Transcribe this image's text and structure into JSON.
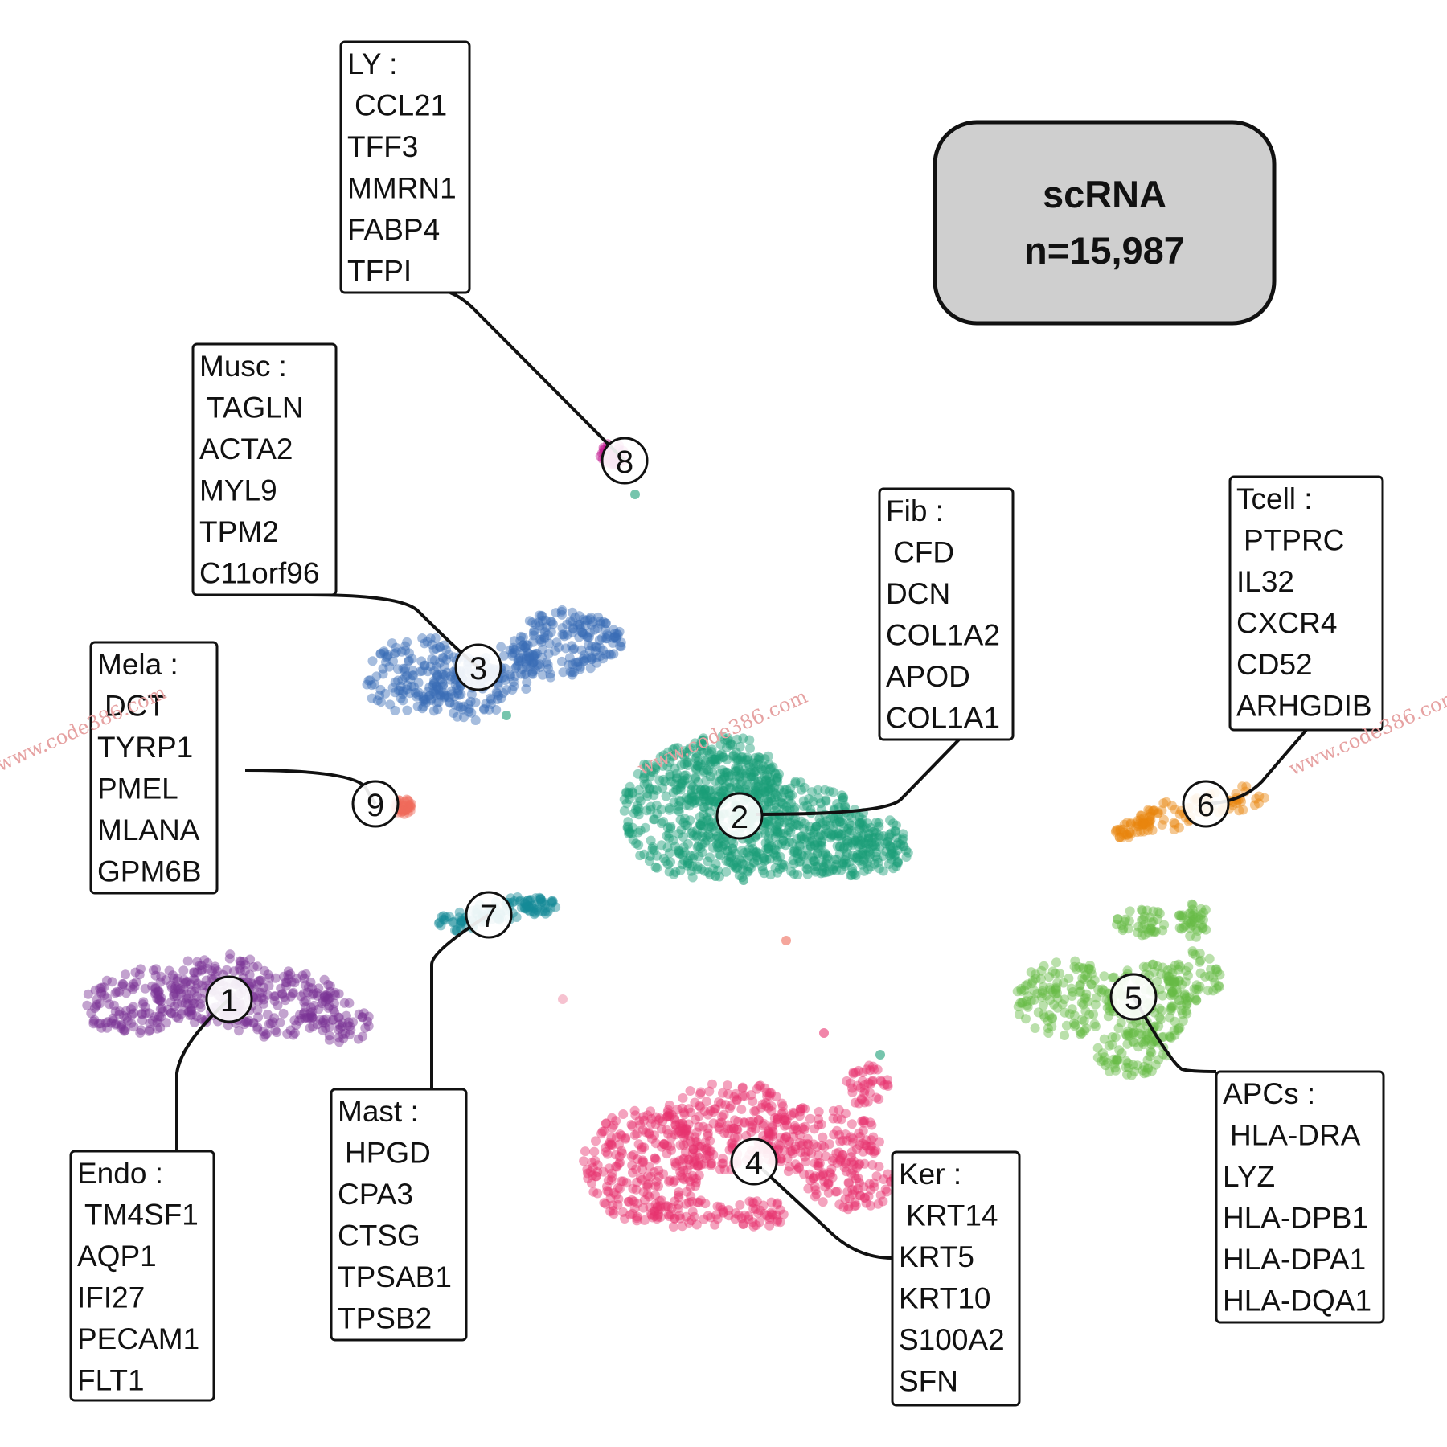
{
  "summary": {
    "line1": "scRNA",
    "line2": "n=15,987"
  },
  "watermark": "www.code386.com",
  "chart_data": {
    "type": "scatter",
    "embedding": "2D cell embedding (axes not shown)",
    "clusters": [
      {
        "id": "1",
        "cell_type": "Endo",
        "color": "#7b3294",
        "markers": [
          "TM4SF1",
          "AQP1",
          "IFI27",
          "PECAM1",
          "FLT1"
        ]
      },
      {
        "id": "2",
        "cell_type": "Fib",
        "color": "#1b9e77",
        "markers": [
          "CFD",
          "DCN",
          "COL1A2",
          "APOD",
          "COL1A1"
        ]
      },
      {
        "id": "3",
        "cell_type": "Musc",
        "color": "#3a6db5",
        "markers": [
          "TAGLN",
          "ACTA2",
          "MYL9",
          "TPM2",
          "C11orf96"
        ]
      },
      {
        "id": "4",
        "cell_type": "Ker",
        "color": "#e7336f",
        "markers": [
          "KRT14",
          "KRT5",
          "KRT10",
          "S100A2",
          "SFN"
        ]
      },
      {
        "id": "5",
        "cell_type": "APCs",
        "color": "#66bb44",
        "markers": [
          "HLA-DRA",
          "LYZ",
          "HLA-DPB1",
          "HLA-DPA1",
          "HLA-DQA1"
        ]
      },
      {
        "id": "6",
        "cell_type": "Tcell",
        "color": "#e8840d",
        "markers": [
          "PTPRC",
          "IL32",
          "CXCR4",
          "CD52",
          "ARHGDIB"
        ]
      },
      {
        "id": "7",
        "cell_type": "Mast",
        "color": "#148a96",
        "markers": [
          "HPGD",
          "CPA3",
          "CTSG",
          "TPSAB1",
          "TPSB2"
        ]
      },
      {
        "id": "8",
        "cell_type": "LY",
        "color": "#c0158f",
        "markers": [
          "CCL21",
          "TFF3",
          "MMRN1",
          "FABP4",
          "TFPI"
        ]
      },
      {
        "id": "9",
        "cell_type": "Mela",
        "color": "#ef6a5a",
        "markers": [
          "DCT",
          "TYRP1",
          "PMEL",
          "MLANA",
          "GPM6B"
        ]
      }
    ]
  }
}
